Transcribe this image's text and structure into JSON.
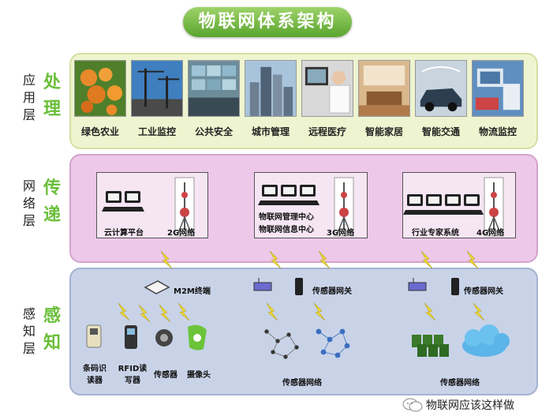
{
  "title": "物联网体系架构",
  "layers": {
    "app": {
      "label_lines": [
        "应",
        "用",
        "层"
      ],
      "big_lines": [
        "处",
        "理"
      ]
    },
    "net": {
      "label_lines": [
        "网",
        "络",
        "层"
      ],
      "big_lines": [
        "传",
        "递"
      ]
    },
    "sense": {
      "label_lines": [
        "感",
        "知",
        "层"
      ],
      "big_lines": [
        "感",
        "知"
      ]
    }
  },
  "applications": [
    {
      "label": "绿色农业",
      "icon": "orange-tree-photo",
      "color": "#c8661f"
    },
    {
      "label": "工业监控",
      "icon": "industrial-crane-photo",
      "color": "#3f7fbf"
    },
    {
      "label": "公共安全",
      "icon": "monitor-wall-photo",
      "color": "#6c8c9a"
    },
    {
      "label": "城市管理",
      "icon": "city-skyline-photo",
      "color": "#7f9fbf"
    },
    {
      "label": "远程医疗",
      "icon": "telemedicine-photo",
      "color": "#b7b7b7"
    },
    {
      "label": "智能家居",
      "icon": "smart-home-photo",
      "color": "#c99a65"
    },
    {
      "label": "智能交通",
      "icon": "smart-car-photo",
      "color": "#8fa0b0"
    },
    {
      "label": "物流监控",
      "icon": "logistics-monitor-photo",
      "color": "#5f8fbf"
    }
  ],
  "network": {
    "box1": {
      "name": "云计算平台",
      "net": "2G网络"
    },
    "box2": {
      "name_line1": "物联网管理中心",
      "name_line2": "物联网信息中心",
      "net": "3G网络"
    },
    "box3": {
      "name": "行业专家系统",
      "net": "4G网络"
    }
  },
  "sensing": {
    "m2m": "M2M终端",
    "gateway1": "传感器网关",
    "gateway2": "传感器网关",
    "devices": [
      {
        "line1": "条码识",
        "line2": "读器"
      },
      {
        "line1": "RFID读",
        "line2": "写器"
      },
      {
        "line1": "传感器",
        "line2": ""
      },
      {
        "line1": "摄像头",
        "line2": ""
      }
    ],
    "sensor_net1": "传感器网络",
    "sensor_net2": "传感器网络"
  },
  "watermark": "物联网应该这样做"
}
